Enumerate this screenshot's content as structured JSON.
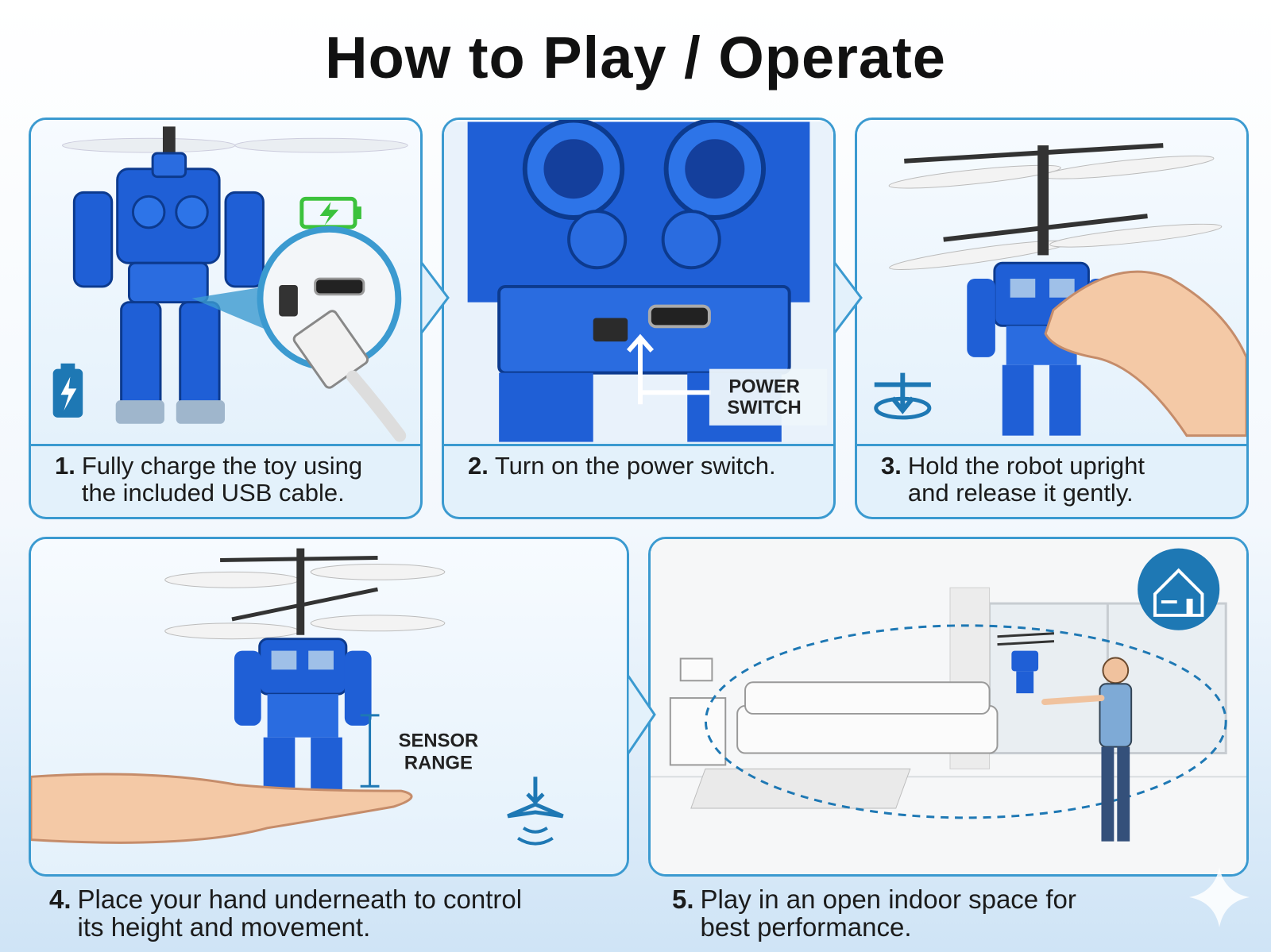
{
  "title": "How to Play / Operate",
  "steps": [
    {
      "num": "1.",
      "text": "Fully charge the toy using\nthe included USB cable."
    },
    {
      "num": "2.",
      "text": "Turn on the power switch."
    },
    {
      "num": "3.",
      "text": "Hold the robot upright\nand release it gently."
    },
    {
      "num": "4.",
      "text": "Place your hand underneath to control\nits height and movement."
    },
    {
      "num": "5.",
      "text": "Play in an open indoor space for\nbest performance."
    }
  ],
  "labels": {
    "power_switch_line1": "POWER",
    "power_switch_line2": "SWITCH",
    "sensor_range_line1": "SENSOR",
    "sensor_range_line2": "RANGE"
  },
  "icons": [
    "battery-charging-icon",
    "battery-icon",
    "takeoff-icon",
    "hand-sensor-icon",
    "indoor-home-icon",
    "sparkle-icon"
  ],
  "colors": {
    "accent": "#3b9ad0",
    "robot_blue": "#1f5fd6",
    "battery_green": "#3cc23c",
    "icon_teal": "#1e78b4"
  }
}
